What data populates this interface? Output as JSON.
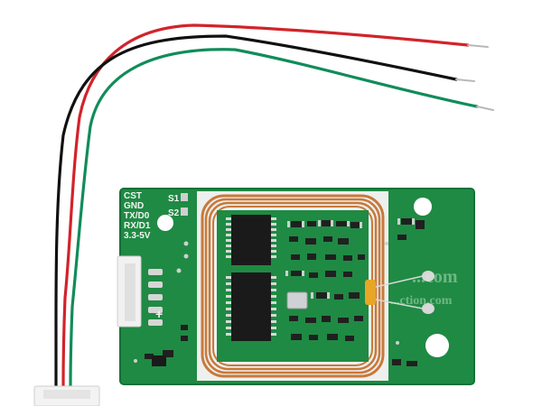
{
  "image": {
    "subject": "RFID reader module with wires",
    "background_color": "#ffffff",
    "pcb_color": "#1f8a43",
    "wire_colors": {
      "red": "#d2232a",
      "black": "#111111",
      "green": "#118c5a"
    }
  },
  "silkscreen": {
    "pins": [
      "CST",
      "GND",
      "TX/D0",
      "RX/D1",
      "3.3-5V"
    ],
    "status_labels": [
      "S1",
      "S2"
    ],
    "plus": "+"
  },
  "watermark": {
    "line1": "...com",
    "line2": "...ction.com"
  }
}
